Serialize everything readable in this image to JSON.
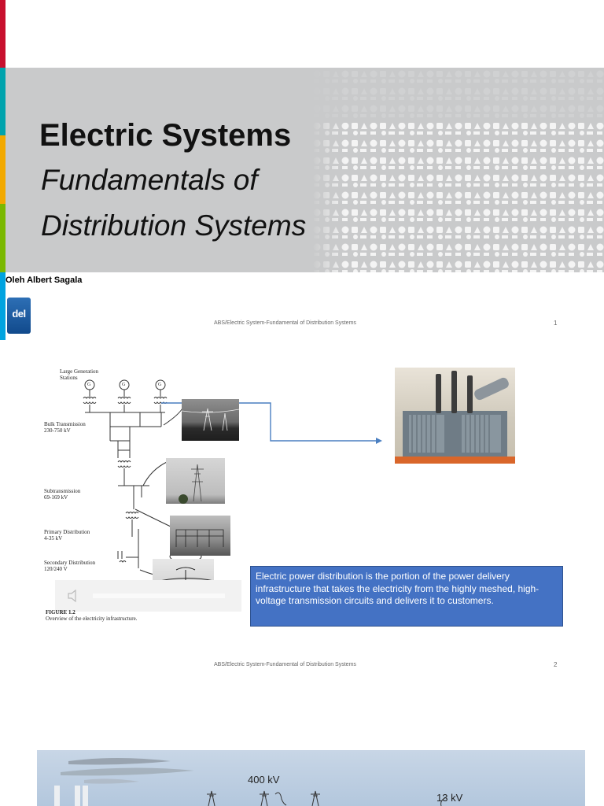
{
  "slide1": {
    "title": "Electric Systems",
    "subtitle_line1": "Fundamentals of",
    "subtitle_line2": "Distribution Systems",
    "author": "Oleh Albert Sagala",
    "logo_text": "del",
    "footer": "ABS/Electric System-Fundamental of Distribution Systems",
    "page_number": "1",
    "accent_colors": [
      "#c8102e",
      "#00a3ad",
      "#f2a900",
      "#7ab800",
      "#00a3e0"
    ]
  },
  "slide2": {
    "diagram_labels": {
      "large_generation": "Large Generation",
      "stations": "Stations",
      "bulk_transmission": "Bulk Transmission",
      "bulk_kv": "230-750 kV",
      "subtransmission": "Subtransmission",
      "sub_kv": "69-169 kV",
      "primary_distribution": "Primary Distribution",
      "primary_kv": "4-35 kV",
      "secondary_distribution": "Secondary Distribution",
      "secondary_v": "120/240 V",
      "generator_symbol": "G"
    },
    "figure_label": "FIGURE 1.2",
    "figure_caption": "Overview of the electricity infrastructure.",
    "textbox": "Electric power distribution is the portion of the power delivery infrastructure that takes the electricity from the highly meshed, high-voltage transmission circuits and delivers it to customers.",
    "footer": "ABS/Electric System-Fundamental of Distribution Systems",
    "page_number": "2",
    "speaker_icon": "speaker-icon"
  },
  "slide3": {
    "label_400kv": "400 kV",
    "label_13kv": "13 kV"
  }
}
